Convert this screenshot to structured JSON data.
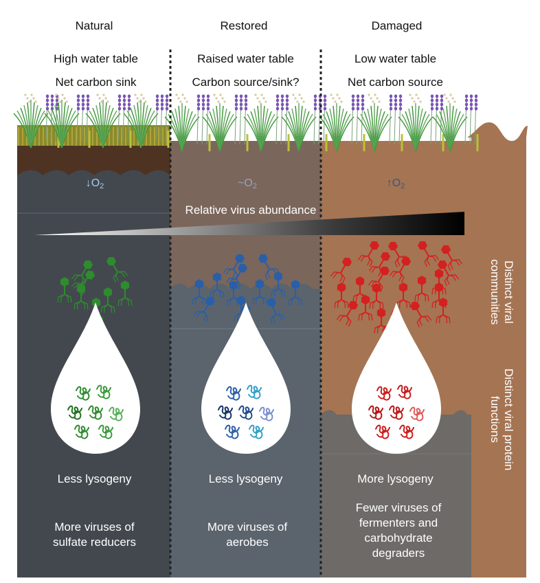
{
  "figure": {
    "columns": [
      {
        "title": "Natural",
        "water_table": "High water table",
        "carbon": "Net carbon sink",
        "oxygen": {
          "arrow": "↓",
          "label": "O",
          "sub": "2"
        },
        "lysogeny": "Less lysogeny",
        "host_viruses": "More viruses of sulfate reducers",
        "virus_color": "#2e8b2e",
        "oxygen_color": "#a9cbe6"
      },
      {
        "title": "Restored",
        "water_table": "Raised water table",
        "carbon": "Carbon source/sink?",
        "oxygen": {
          "arrow": "~",
          "label": "O",
          "sub": "2"
        },
        "lysogeny": "Less lysogeny",
        "host_viruses": "More viruses of aerobes",
        "virus_color": "#2a5fa8",
        "oxygen_color": "#8fa6cc"
      },
      {
        "title": "Damaged",
        "water_table": "Low water table",
        "carbon": "Net carbon source",
        "oxygen": {
          "arrow": "↑",
          "label": "O",
          "sub": "2"
        },
        "lysogeny": "More lysogeny",
        "host_viruses": "Fewer viruses of fermenters and carbohydrate degraders",
        "virus_color": "#d42020",
        "oxygen_color": "#2c5a8e"
      }
    ],
    "gradient_label": "Relative virus abundance",
    "side_labels": {
      "communities": "Distinct viral communities",
      "functions": "Distinct viral protein functions"
    },
    "colors": {
      "natural_soil": "#4e3323",
      "natural_water": "#43484e",
      "restored_soil": "#7b665b",
      "restored_water": "#5b646d",
      "damaged_soil": "#a57452",
      "damaged_water": "#6d6a67",
      "lavender": "#7b52b8",
      "grass": "#3f9a3a",
      "moss": "#b9c23a"
    }
  }
}
